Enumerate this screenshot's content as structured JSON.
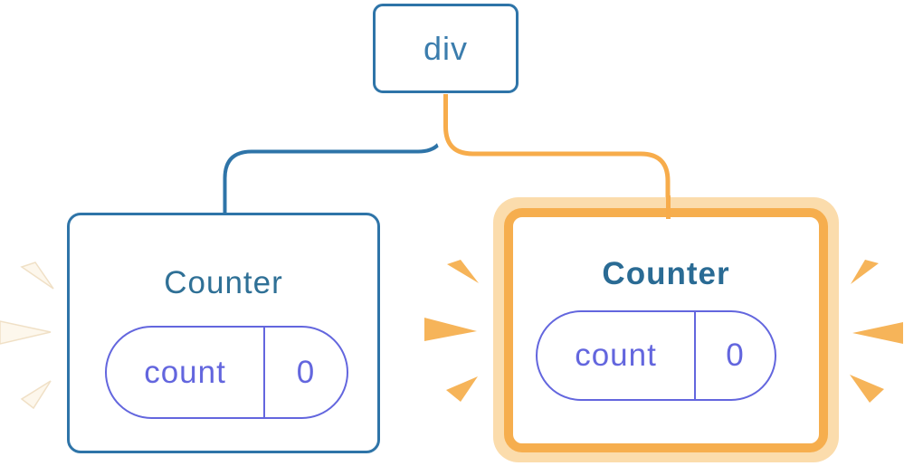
{
  "diagram": {
    "description": "React render tree: a div root with two Counter children; the second Counter is newly highlighted",
    "root": {
      "label": "div"
    },
    "children": [
      {
        "title": "Counter",
        "state": {
          "name": "count",
          "value": "0"
        },
        "highlighted": false
      },
      {
        "title": "Counter",
        "state": {
          "name": "count",
          "value": "0"
        },
        "highlighted": true
      }
    ]
  },
  "colors": {
    "node_border_blue": "#2E74A8",
    "node_text_blue": "#3B7DAD",
    "title_blue": "#2F7096",
    "title_blue_bold": "#2A6B94",
    "state_purple": "#6366DE",
    "connector_orange": "#F7AC4B",
    "highlight_border_orange": "#F6AE4E",
    "highlight_glow_peach": "#FBDCAC",
    "spark_orange": "#F6B459",
    "spark_cream": "#FDF7EC",
    "connector_halo_white": "#FFFFFF"
  }
}
